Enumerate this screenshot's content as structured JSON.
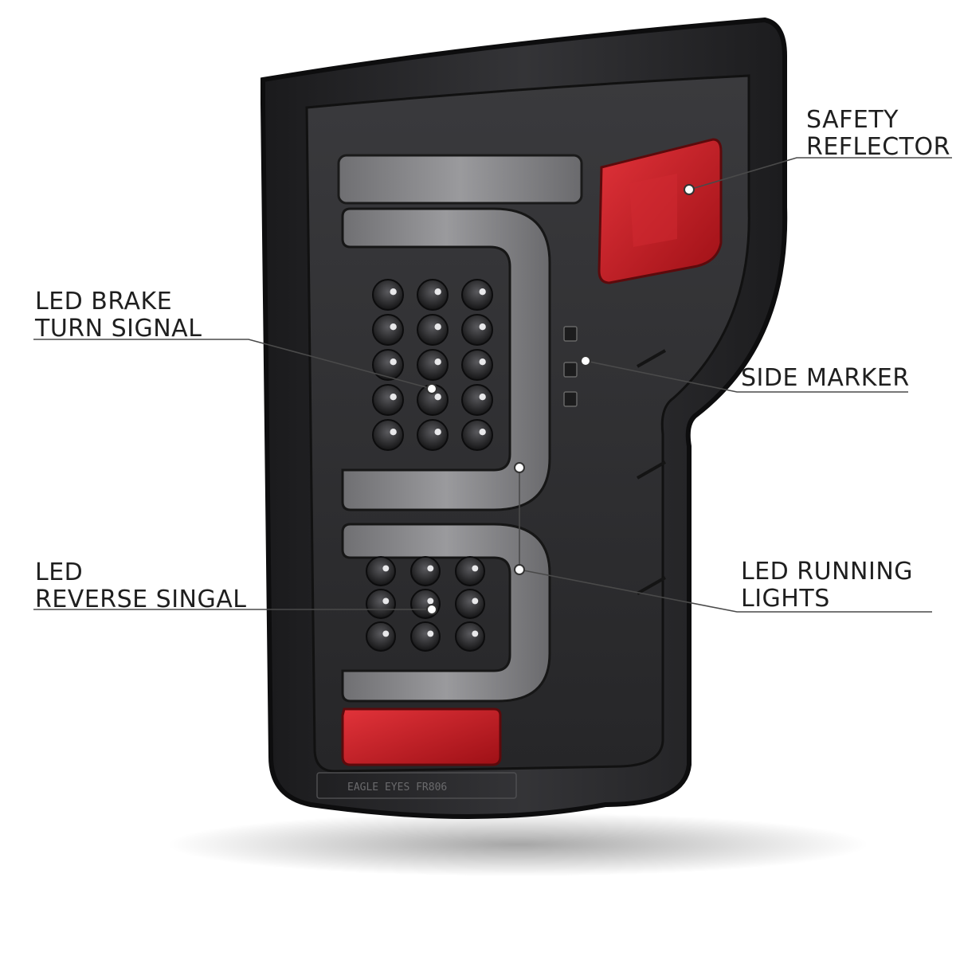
{
  "callouts": {
    "safety_reflector": {
      "line1": "SAFETY",
      "line2": "REFLECTOR"
    },
    "led_brake": {
      "line1": "LED BRAKE",
      "line2": "TURN SIGNAL"
    },
    "side_marker": {
      "line1": "SIDE MARKER"
    },
    "led_reverse": {
      "line1": "LED",
      "line2": "REVERSE SINGAL"
    },
    "led_running": {
      "line1": "LED RUNNING",
      "line2": "LIGHTS"
    }
  },
  "stamp": {
    "brand": "EAGLE EYES FR806"
  },
  "colors": {
    "housing": "#2b2b2d",
    "housing_edge": "#0d0d0e",
    "reflector_red": "#c8161d",
    "light_bar": "#8a8a8d",
    "callout_line": "#4a4a4a"
  }
}
